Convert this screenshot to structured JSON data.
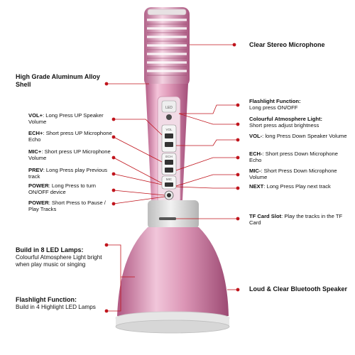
{
  "labels": {
    "clear_stereo_mic": "Clear Stereo Microphone",
    "aluminum_shell": "High Grade Aluminum Alloy Shell",
    "flashlight_fn_title": "Flashlight Function:",
    "flashlight_fn_desc": "Long press ON/OFF",
    "atmosphere_title": "Colourful Atmosphere Light:",
    "atmosphere_desc": "Short press adjust brightness",
    "vol_plus_title": "VOL+",
    "vol_plus_desc": ": Long Press UP Speaker Volume",
    "ech_plus_title": "ECH+",
    "ech_plus_desc": ": Short press UP Microphone Echo",
    "mic_plus_title": "MIC+",
    "mic_plus_desc": ": Short press UP Microphone Volume",
    "prev_title": "PREV",
    "prev_desc": ": Long Press play Previous track",
    "power1_title": "POWER",
    "power1_desc": ": Long Press to turn ON/OFF device",
    "power2_title": "POWER",
    "power2_desc": ": Short Press to Pause / Play Tracks",
    "vol_minus_title": "VOL-",
    "vol_minus_desc": ": long Press Down Speaker Volume",
    "ech_minus_title": "ECH-",
    "ech_minus_desc": ": Short press Down Microphone Echo",
    "mic_minus_title": "MIC-",
    "mic_minus_desc": ": Short Press Down Microphone Volume",
    "next_title": "NEXT",
    "next_desc": ": Long Press Play next track",
    "tf_title": "TF Card Slot",
    "tf_desc": ": Play the tracks in the TF Card",
    "led_title": "Build in 8 LED Lamps:",
    "led_desc": "Colourful Atmosphere Light bright when play music or singing",
    "flash_led_title": "Flashlight Function:",
    "flash_led_desc": "Build in 4 Highlight LED Lamps",
    "speaker": "Loud & Clear Bluetooth Speaker"
  },
  "button_labels": {
    "led": "LED",
    "vol": "VOL",
    "ech": "ECH",
    "mic": "MIC"
  },
  "colors": {
    "body_pink": "#e4a6c2",
    "body_pink_dark": "#c06a92",
    "grill": "#d59ab4",
    "collar": "#d8d8d8",
    "leader_line": "#c0141c",
    "base_ring": "#dcdcdc"
  }
}
